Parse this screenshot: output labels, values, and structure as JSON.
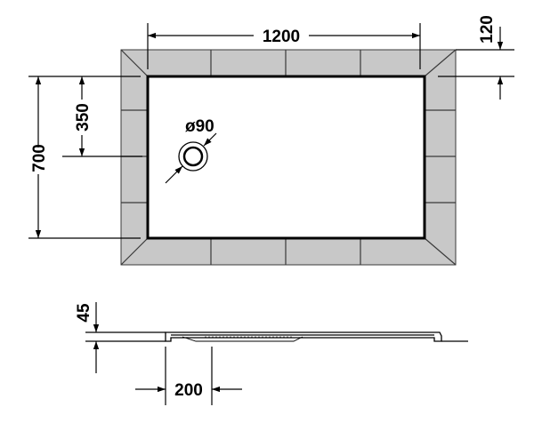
{
  "diagram": {
    "plan_view": {
      "width_label": "1200",
      "tile_label": "120",
      "depth_label": "700",
      "drain_offset_label": "350",
      "drain_label": "ø90"
    },
    "side_view": {
      "height_label": "45",
      "drain_offset_label": "200"
    },
    "colors": {
      "tile": "#c8c8c8",
      "line": "#000000",
      "tray": "#ffffff"
    }
  }
}
